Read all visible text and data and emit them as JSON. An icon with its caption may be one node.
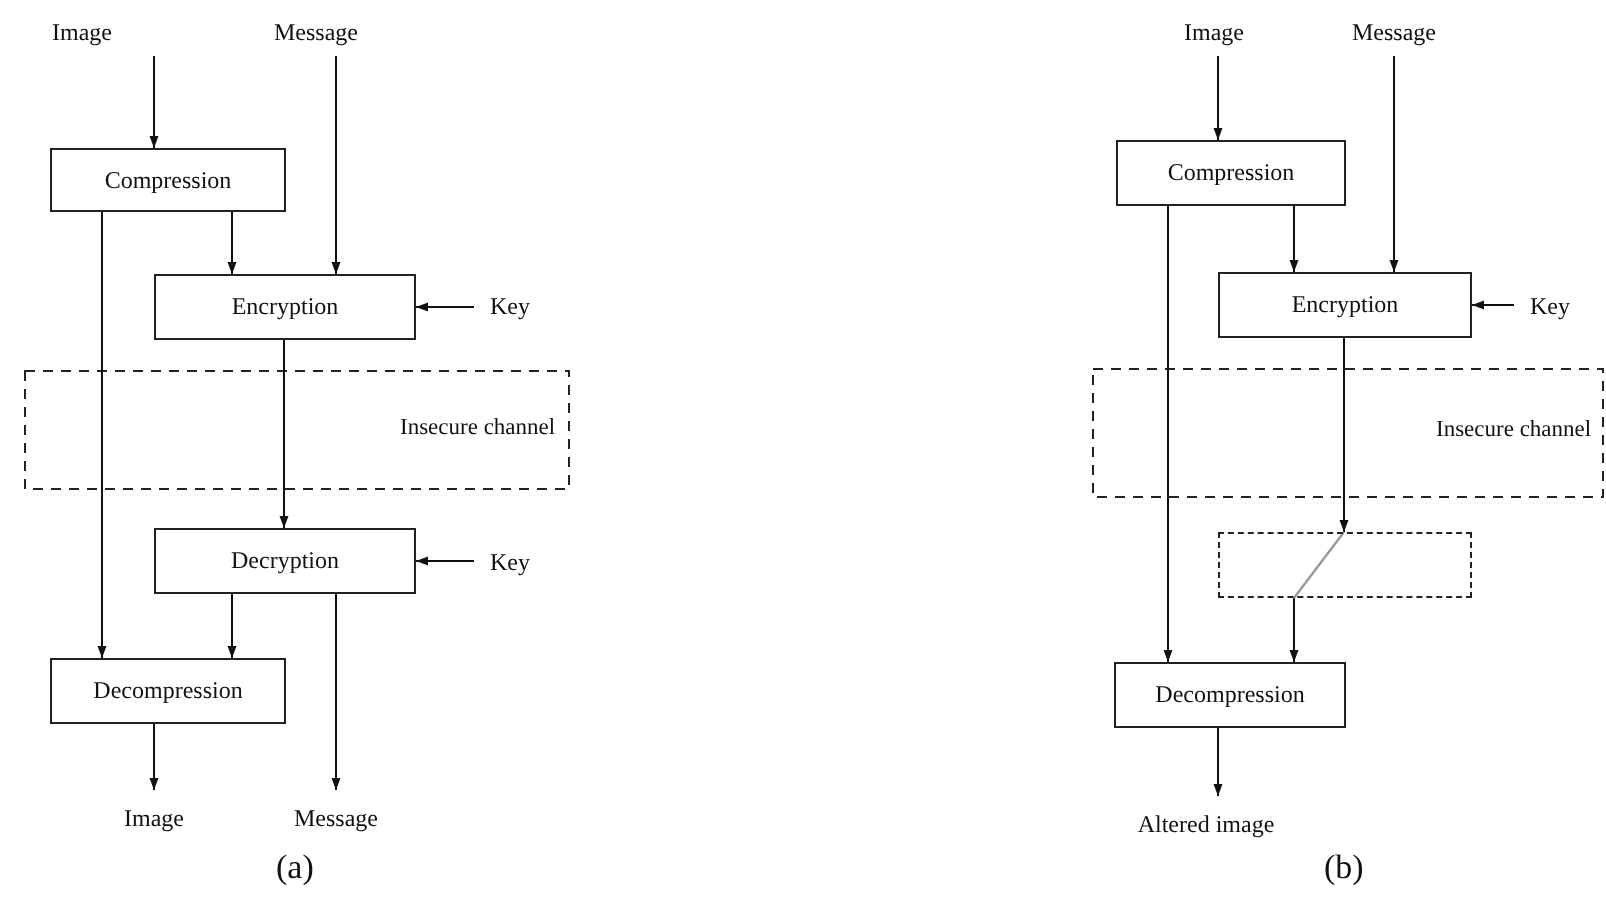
{
  "diagram": {
    "nodes": [
      {
        "text": [
          "Image"
        ]
      },
      {
        "text": [
          "Message"
        ]
      },
      {
        "text": [
          "Compression"
        ]
      },
      {
        "text": [
          "Encryption"
        ]
      },
      {
        "text": [
          "Key"
        ]
      },
      {
        "text": [
          "Decryption"
        ]
      },
      {
        "text": [
          "Key"
        ]
      },
      {
        "text": [
          "Decompression"
        ]
      },
      {
        "text": [
          "Image"
        ]
      },
      {
        "text": [
          "Message"
        ]
      },
      {
        "text": [
          "Image"
        ]
      },
      {
        "text": [
          "Message"
        ]
      },
      {
        "text": [
          "Compression"
        ]
      },
      {
        "text": [
          "Encryption"
        ]
      },
      {
        "text": [
          "Key"
        ]
      },
      {
        "text": [],
        "shape": "box"
      },
      {
        "text": [
          "Decompression"
        ]
      },
      {
        "text": [
          "Altered image"
        ]
      }
    ],
    "edges": [
      {
        "from": 0,
        "to": 2,
        "arrow": "to"
      },
      {
        "from": 1,
        "to": 3,
        "arrow": "to"
      },
      {
        "from": 2,
        "to": 3,
        "arrow": "to"
      },
      {
        "from": 4,
        "to": 3,
        "arrow": "to"
      },
      {
        "from": 3,
        "to": 5,
        "arrow": "to"
      },
      {
        "from": 6,
        "to": 5,
        "arrow": "to"
      },
      {
        "from": 2,
        "to": 7,
        "arrow": "to"
      },
      {
        "from": 5,
        "to": 7,
        "arrow": "to"
      },
      {
        "from": 7,
        "to": 8,
        "arrow": "to"
      },
      {
        "from": 5,
        "to": 9,
        "arrow": "to"
      },
      {
        "from": 10,
        "to": 12,
        "arrow": "to"
      },
      {
        "from": 11,
        "to": 13,
        "arrow": "to"
      },
      {
        "from": 12,
        "to": 13,
        "arrow": "to"
      },
      {
        "from": 14,
        "to": 13,
        "arrow": "to"
      },
      {
        "from": 13,
        "to": 15,
        "arrow": "to"
      },
      {
        "from": 12,
        "to": 16,
        "arrow": "to"
      },
      {
        "from": 15,
        "to": 16,
        "arrow": "to"
      },
      {
        "from": 16,
        "to": 17,
        "arrow": "to"
      }
    ],
    "labels": [
      "Insecure channel",
      "Insecure channel",
      "(a)",
      "(b)"
    ]
  }
}
